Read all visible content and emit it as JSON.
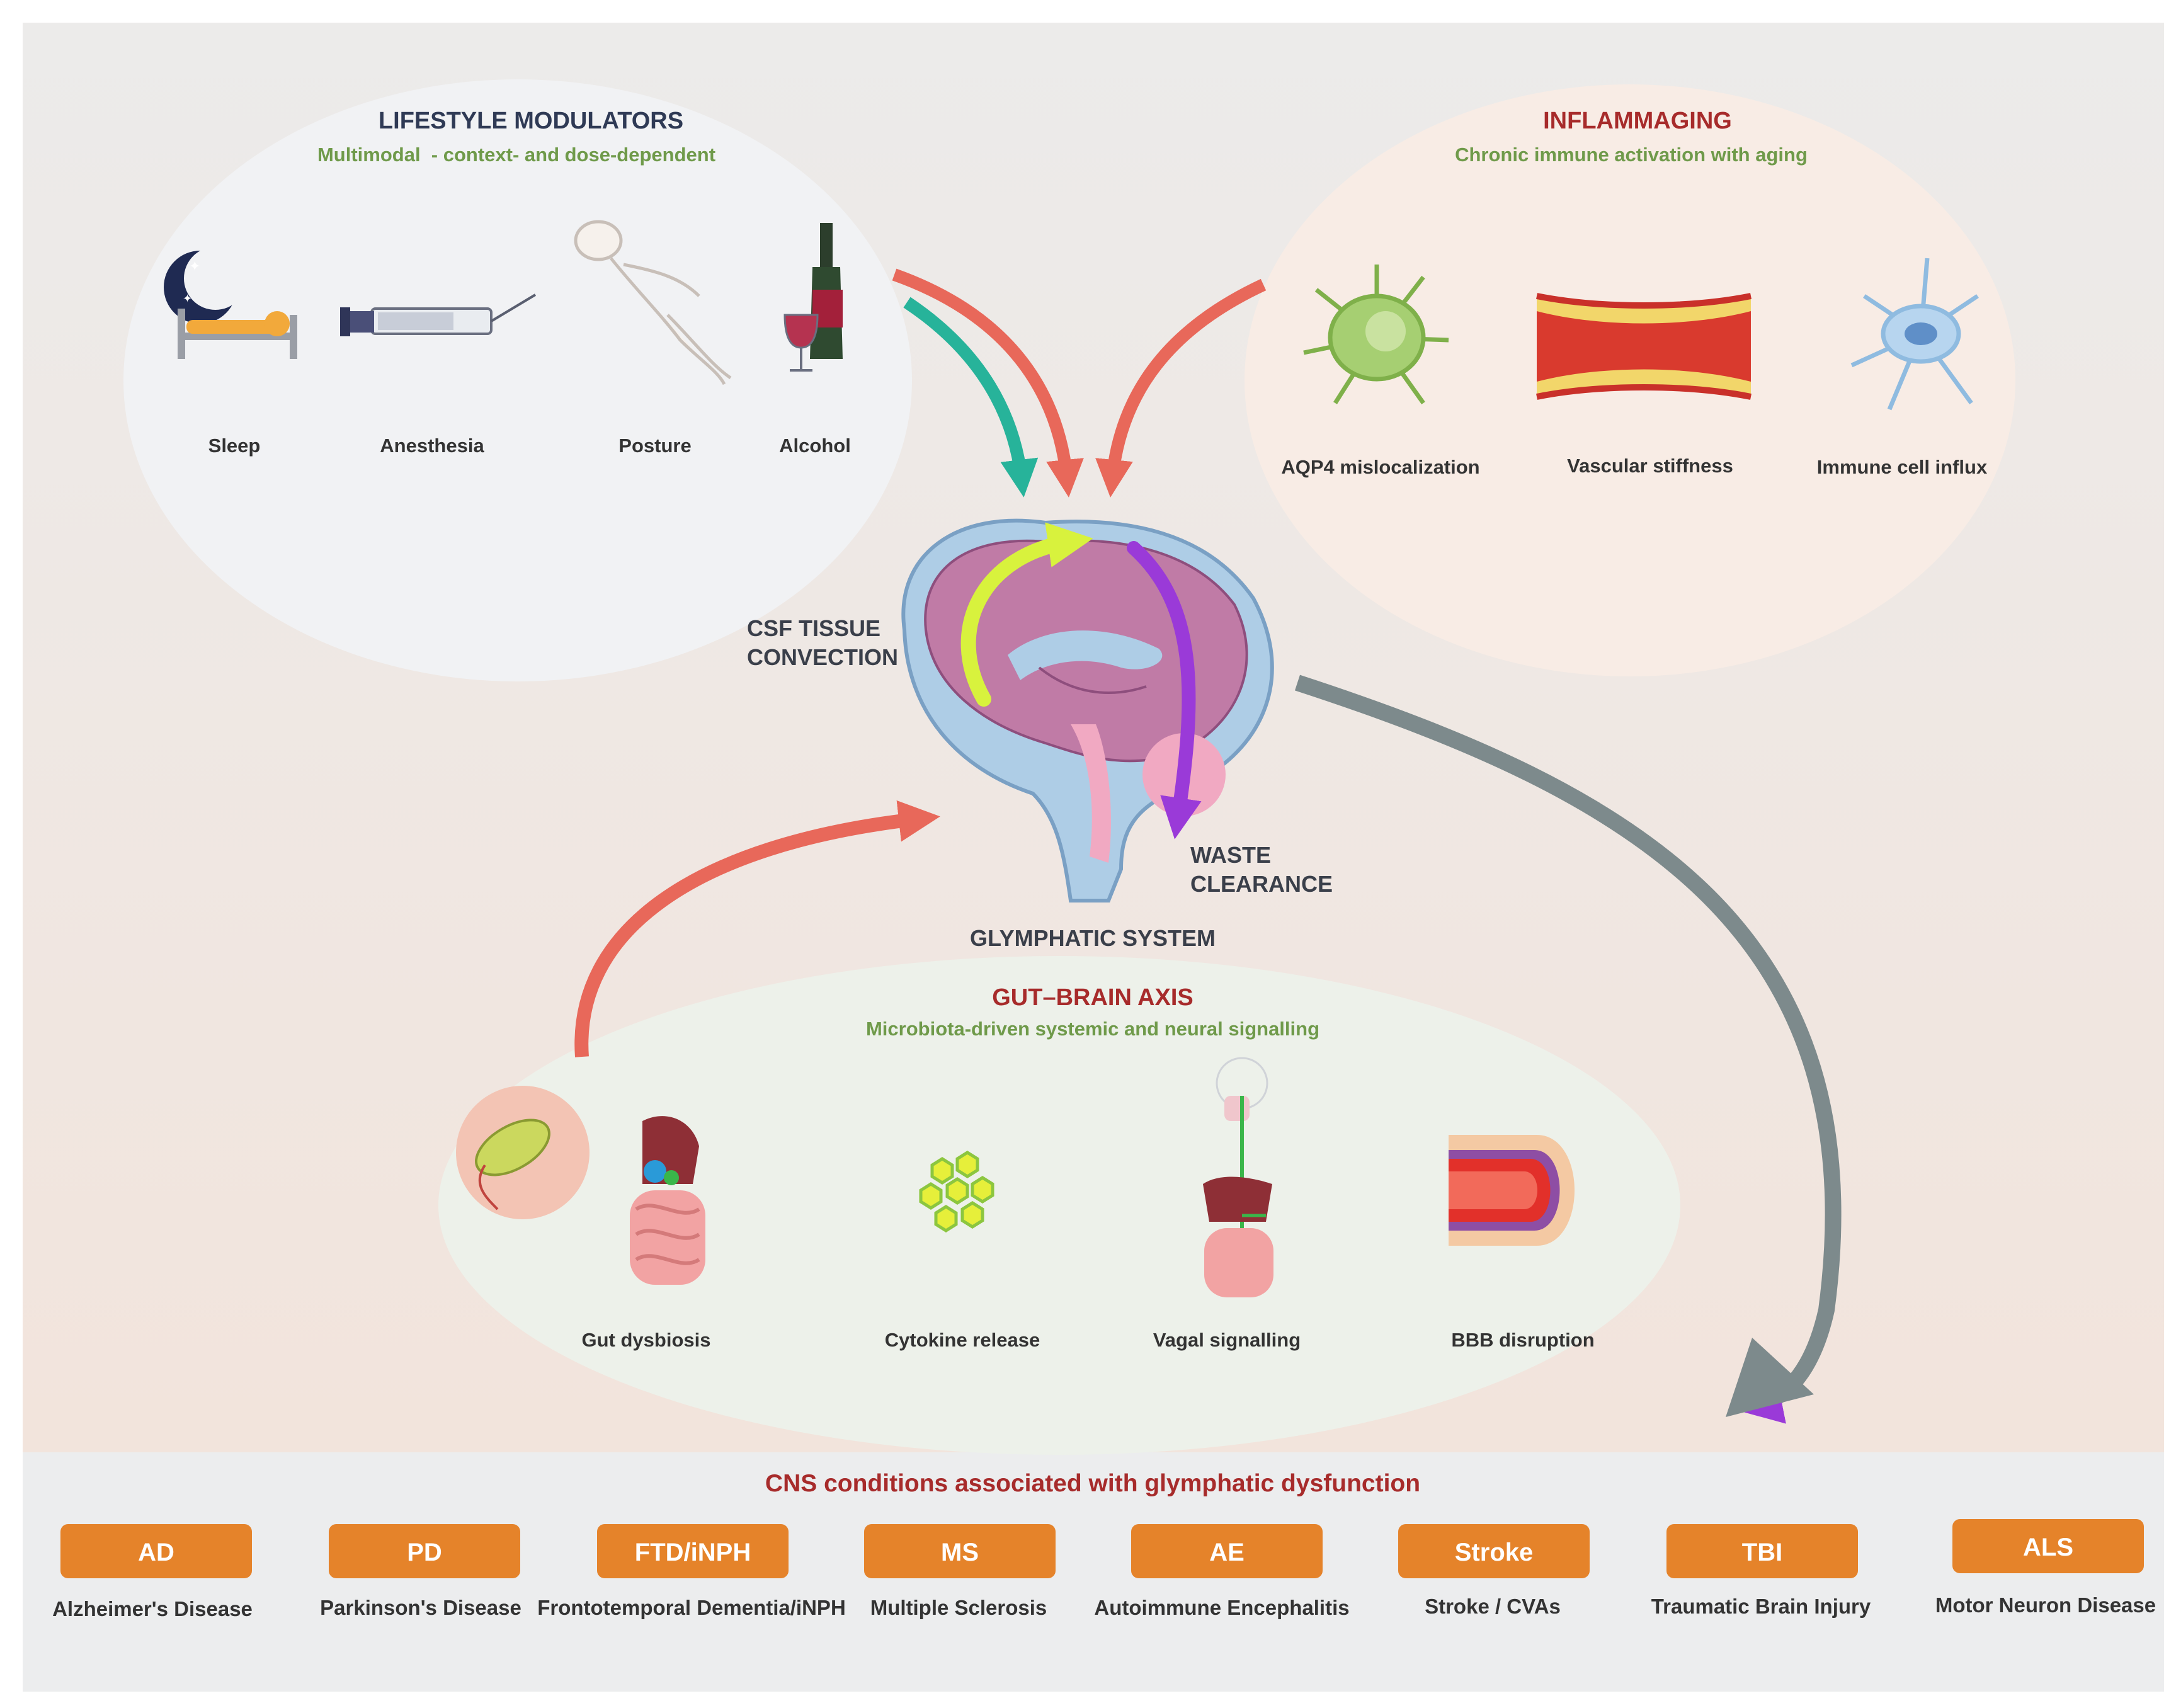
{
  "colors": {
    "title_dark": "#2f3a55",
    "title_red": "#a72b2b",
    "subtitle_green": "#6f9a4a",
    "arrow_red": "#e8685a",
    "arrow_teal": "#27b39a",
    "arrow_grey": "#7d8a8c",
    "pill_orange": "#e5832a",
    "flow_yellow": "#d8f23d",
    "flow_purple": "#9a3ad8"
  },
  "lifestyle": {
    "title": "LIFESTYLE MODULATORS",
    "subtitle": "Multimodal  - context- and dose-dependent",
    "items": [
      {
        "label": "Sleep",
        "icon": "sleeping-person-icon"
      },
      {
        "label": "Anesthesia",
        "icon": "syringe-icon"
      },
      {
        "label": "Posture",
        "icon": "reclining-body-icon"
      },
      {
        "label": "Alcohol",
        "icon": "wine-bottle-icon"
      }
    ]
  },
  "inflammaging": {
    "title": "INFLAMMAGING",
    "subtitle": "Chronic immune activation with aging",
    "items": [
      {
        "label": "AQP4 mislocalization",
        "icon": "astrocyte-icon"
      },
      {
        "label": "Vascular stiffness",
        "icon": "artery-section-icon"
      },
      {
        "label": "Immune cell influx",
        "icon": "immune-cell-icon"
      }
    ]
  },
  "brain": {
    "csf_label": [
      "CSF TISSUE",
      "CONVECTION"
    ],
    "waste_label": [
      "WASTE",
      "CLEARANCE"
    ],
    "system_label": "GLYMPHATIC SYSTEM"
  },
  "gut_brain": {
    "title": "GUT–BRAIN AXIS",
    "subtitle": "Microbiota-driven systemic and neural signalling",
    "items": [
      {
        "label": "Gut dysbiosis",
        "icon": "gut-bacteria-icon"
      },
      {
        "label": "Cytokine release",
        "icon": "cytokine-icon"
      },
      {
        "label": "Vagal signalling",
        "icon": "vagus-nerve-icon"
      },
      {
        "label": "BBB disruption",
        "icon": "vessel-wall-icon"
      }
    ]
  },
  "conditions": {
    "title": "CNS conditions associated with glymphatic dysfunction",
    "items": [
      {
        "abbr": "AD",
        "name": "Alzheimer's Disease"
      },
      {
        "abbr": "PD",
        "name": "Parkinson's Disease"
      },
      {
        "abbr": "FTD/iNPH",
        "name": "Frontotemporal Dementia/iNPH"
      },
      {
        "abbr": "MS",
        "name": "Multiple Sclerosis"
      },
      {
        "abbr": "AE",
        "name": "Autoimmune Encephalitis"
      },
      {
        "abbr": "Stroke",
        "name": "Stroke / CVAs"
      },
      {
        "abbr": "TBI",
        "name": "Traumatic Brain Injury"
      },
      {
        "abbr": "ALS",
        "name": "Motor Neuron Disease"
      }
    ]
  }
}
